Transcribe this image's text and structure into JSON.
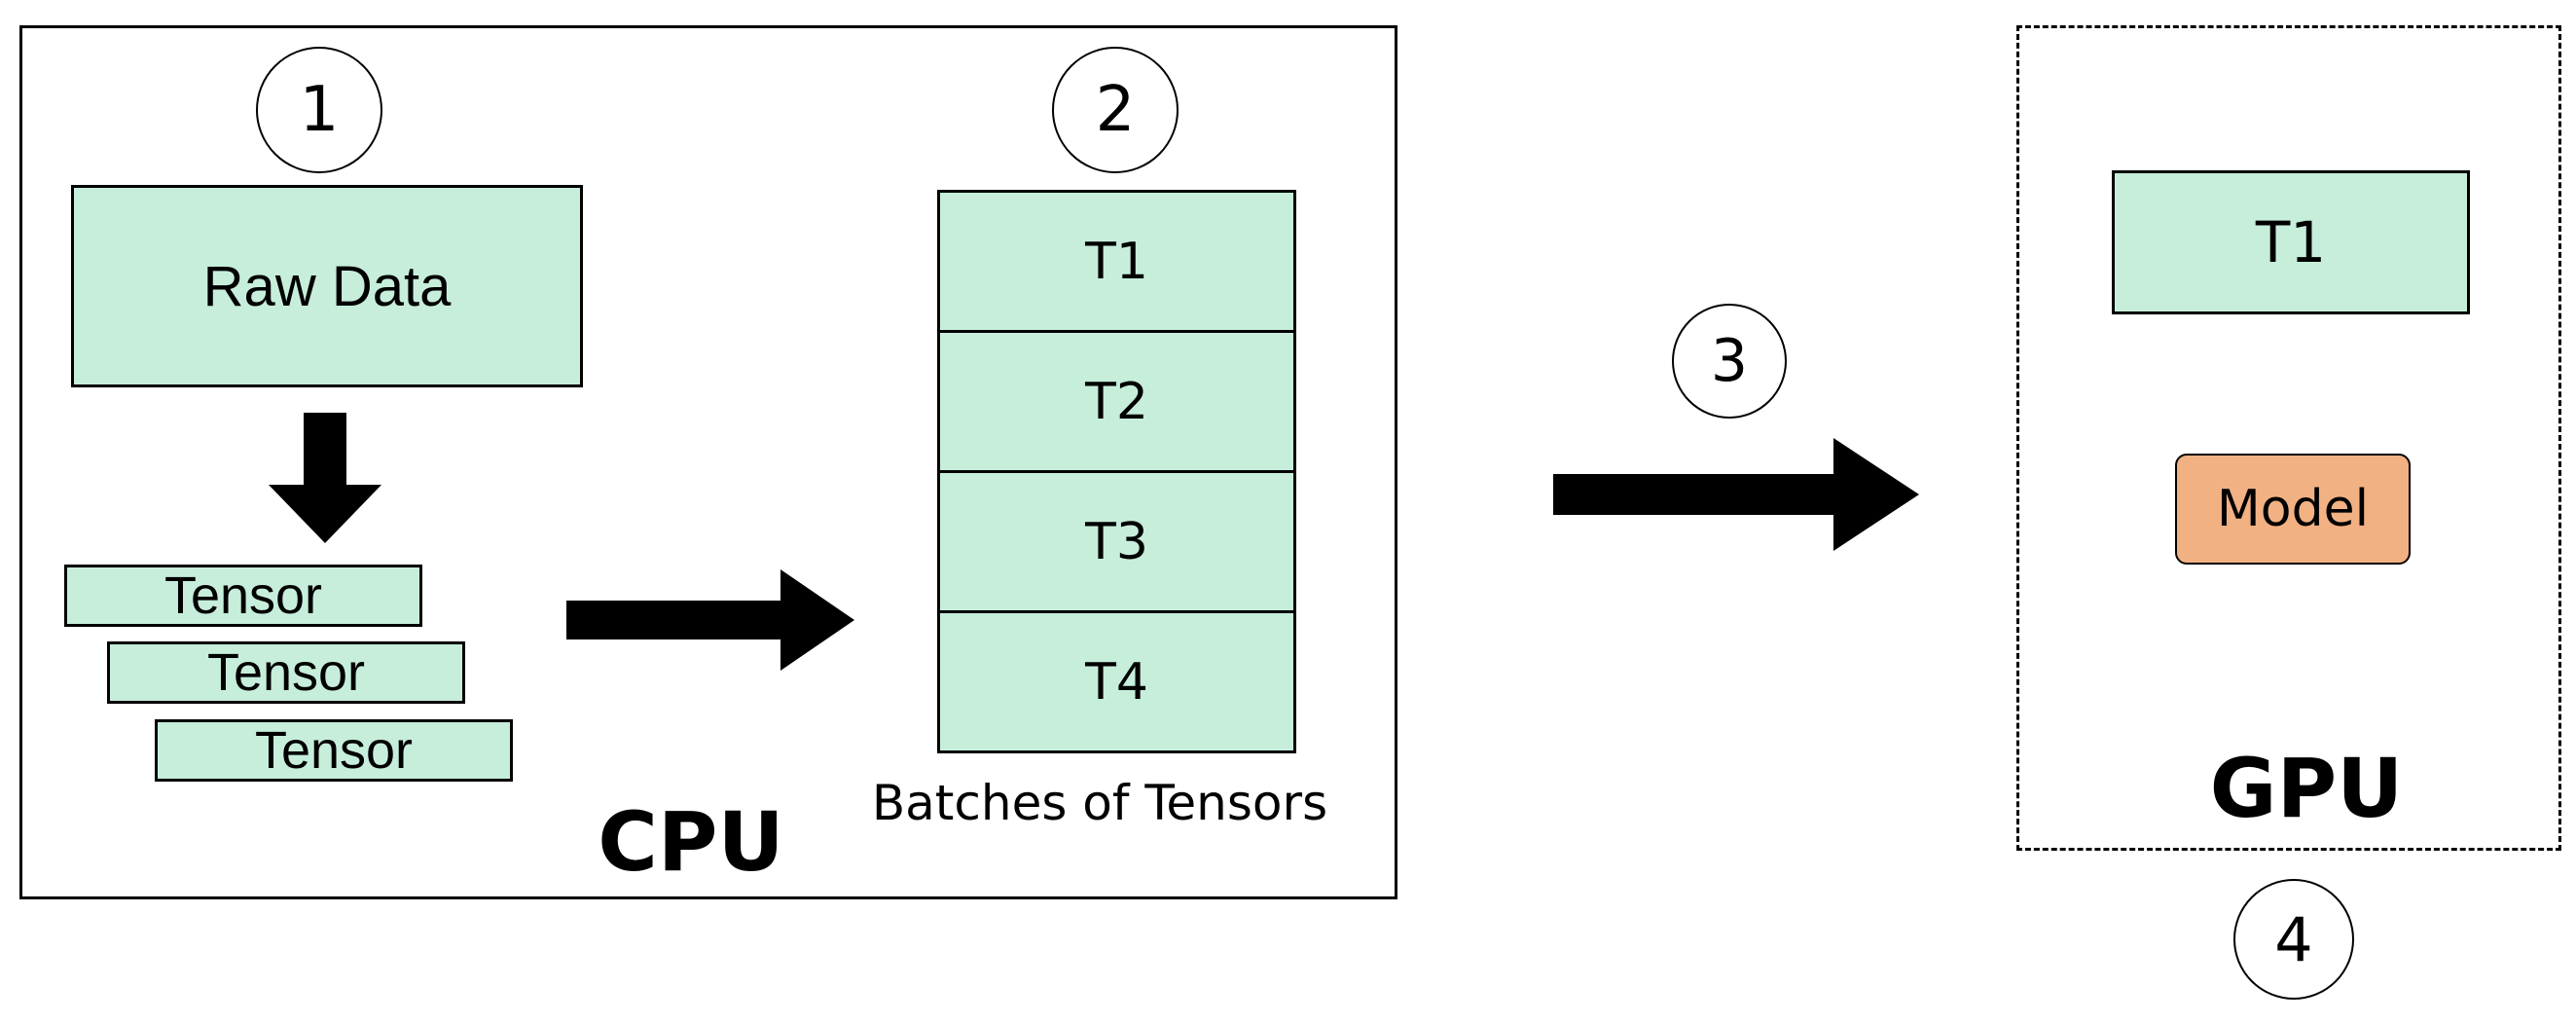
{
  "steps": {
    "s1": "1",
    "s2": "2",
    "s3": "3",
    "s4": "4"
  },
  "cpu": {
    "title": "CPU",
    "raw_data": "Raw Data",
    "tensors": [
      "Tensor",
      "Tensor",
      "Tensor"
    ],
    "batch_label": "Batches of Tensors",
    "batches": [
      "T1",
      "T2",
      "T3",
      "T4"
    ]
  },
  "gpu": {
    "title": "GPU",
    "tensor": "T1",
    "model": "Model"
  },
  "colors": {
    "tensor_fill": "#c6eedb",
    "model_fill": "#f2b183",
    "stroke": "#000000"
  }
}
